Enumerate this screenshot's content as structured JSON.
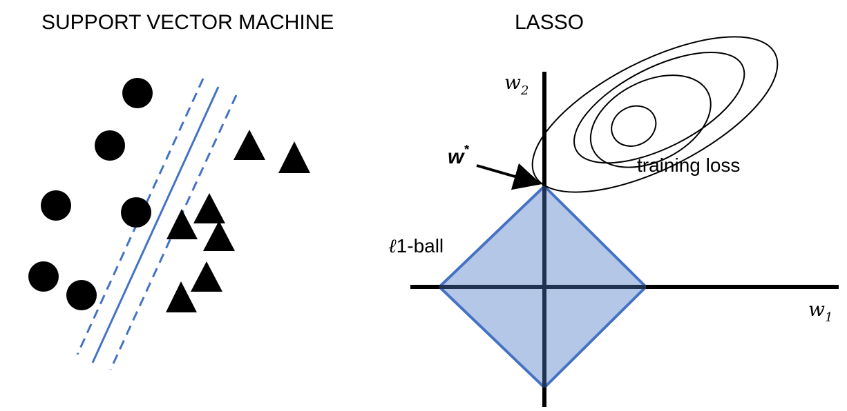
{
  "svm": {
    "title": "SUPPORT VECTOR MACHINE",
    "class_a_marker": "filled-circle",
    "class_b_marker": "filled-triangle",
    "marker_color": "#000000",
    "boundary_color": "#4472C4",
    "boundary_style": "solid",
    "margin_style": "dashed"
  },
  "lasso": {
    "title": "LASSO",
    "x_axis_label": "w",
    "x_axis_subscript": "1",
    "y_axis_label": "w",
    "y_axis_subscript": "2",
    "optimum_label": "w",
    "optimum_superscript": "*",
    "ball_label_script": "ℓ",
    "ball_label_text": "1-ball",
    "loss_label": "training loss",
    "ball_fill_color": "#B4C7E7",
    "ball_stroke_color": "#4472C4",
    "axis_color": "#000000"
  }
}
